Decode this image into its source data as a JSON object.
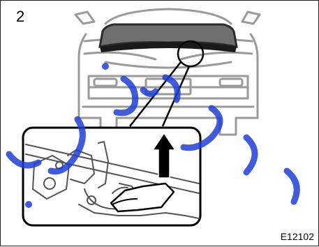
{
  "figure": {
    "step_number": "2",
    "figure_code": "E12102"
  },
  "illustration": {
    "subject": "car-front-hood-latch",
    "arrow_direction": "up"
  },
  "watermark": {
    "color": "#1f3fd6"
  }
}
